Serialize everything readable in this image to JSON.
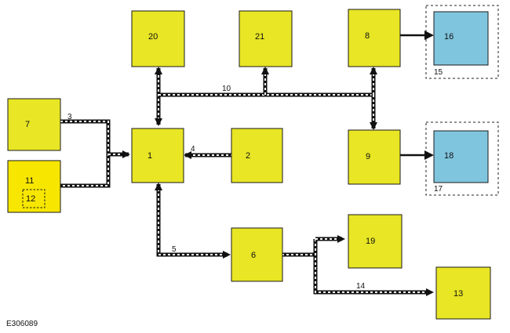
{
  "diagram": {
    "colors": {
      "module": "#e8e625",
      "module_bright": "#f7e600",
      "module_blue": "#80c5de",
      "outline": "#1a1a1a",
      "harness_dark": "#111111",
      "harness_light": "#ffffff"
    },
    "boxes": {
      "b1": "1",
      "b2": "2",
      "b6": "6",
      "b7": "7",
      "b8": "8",
      "b9": "9",
      "b11": "11",
      "b12": "12",
      "b13": "13",
      "b16": "16",
      "b18": "18",
      "b19": "19",
      "b20": "20",
      "b21": "21"
    },
    "labels": {
      "l3": "3",
      "l4": "4",
      "l5": "5",
      "l10": "10",
      "l14": "14",
      "l15": "15",
      "l17": "17"
    },
    "reference": "E306089"
  }
}
